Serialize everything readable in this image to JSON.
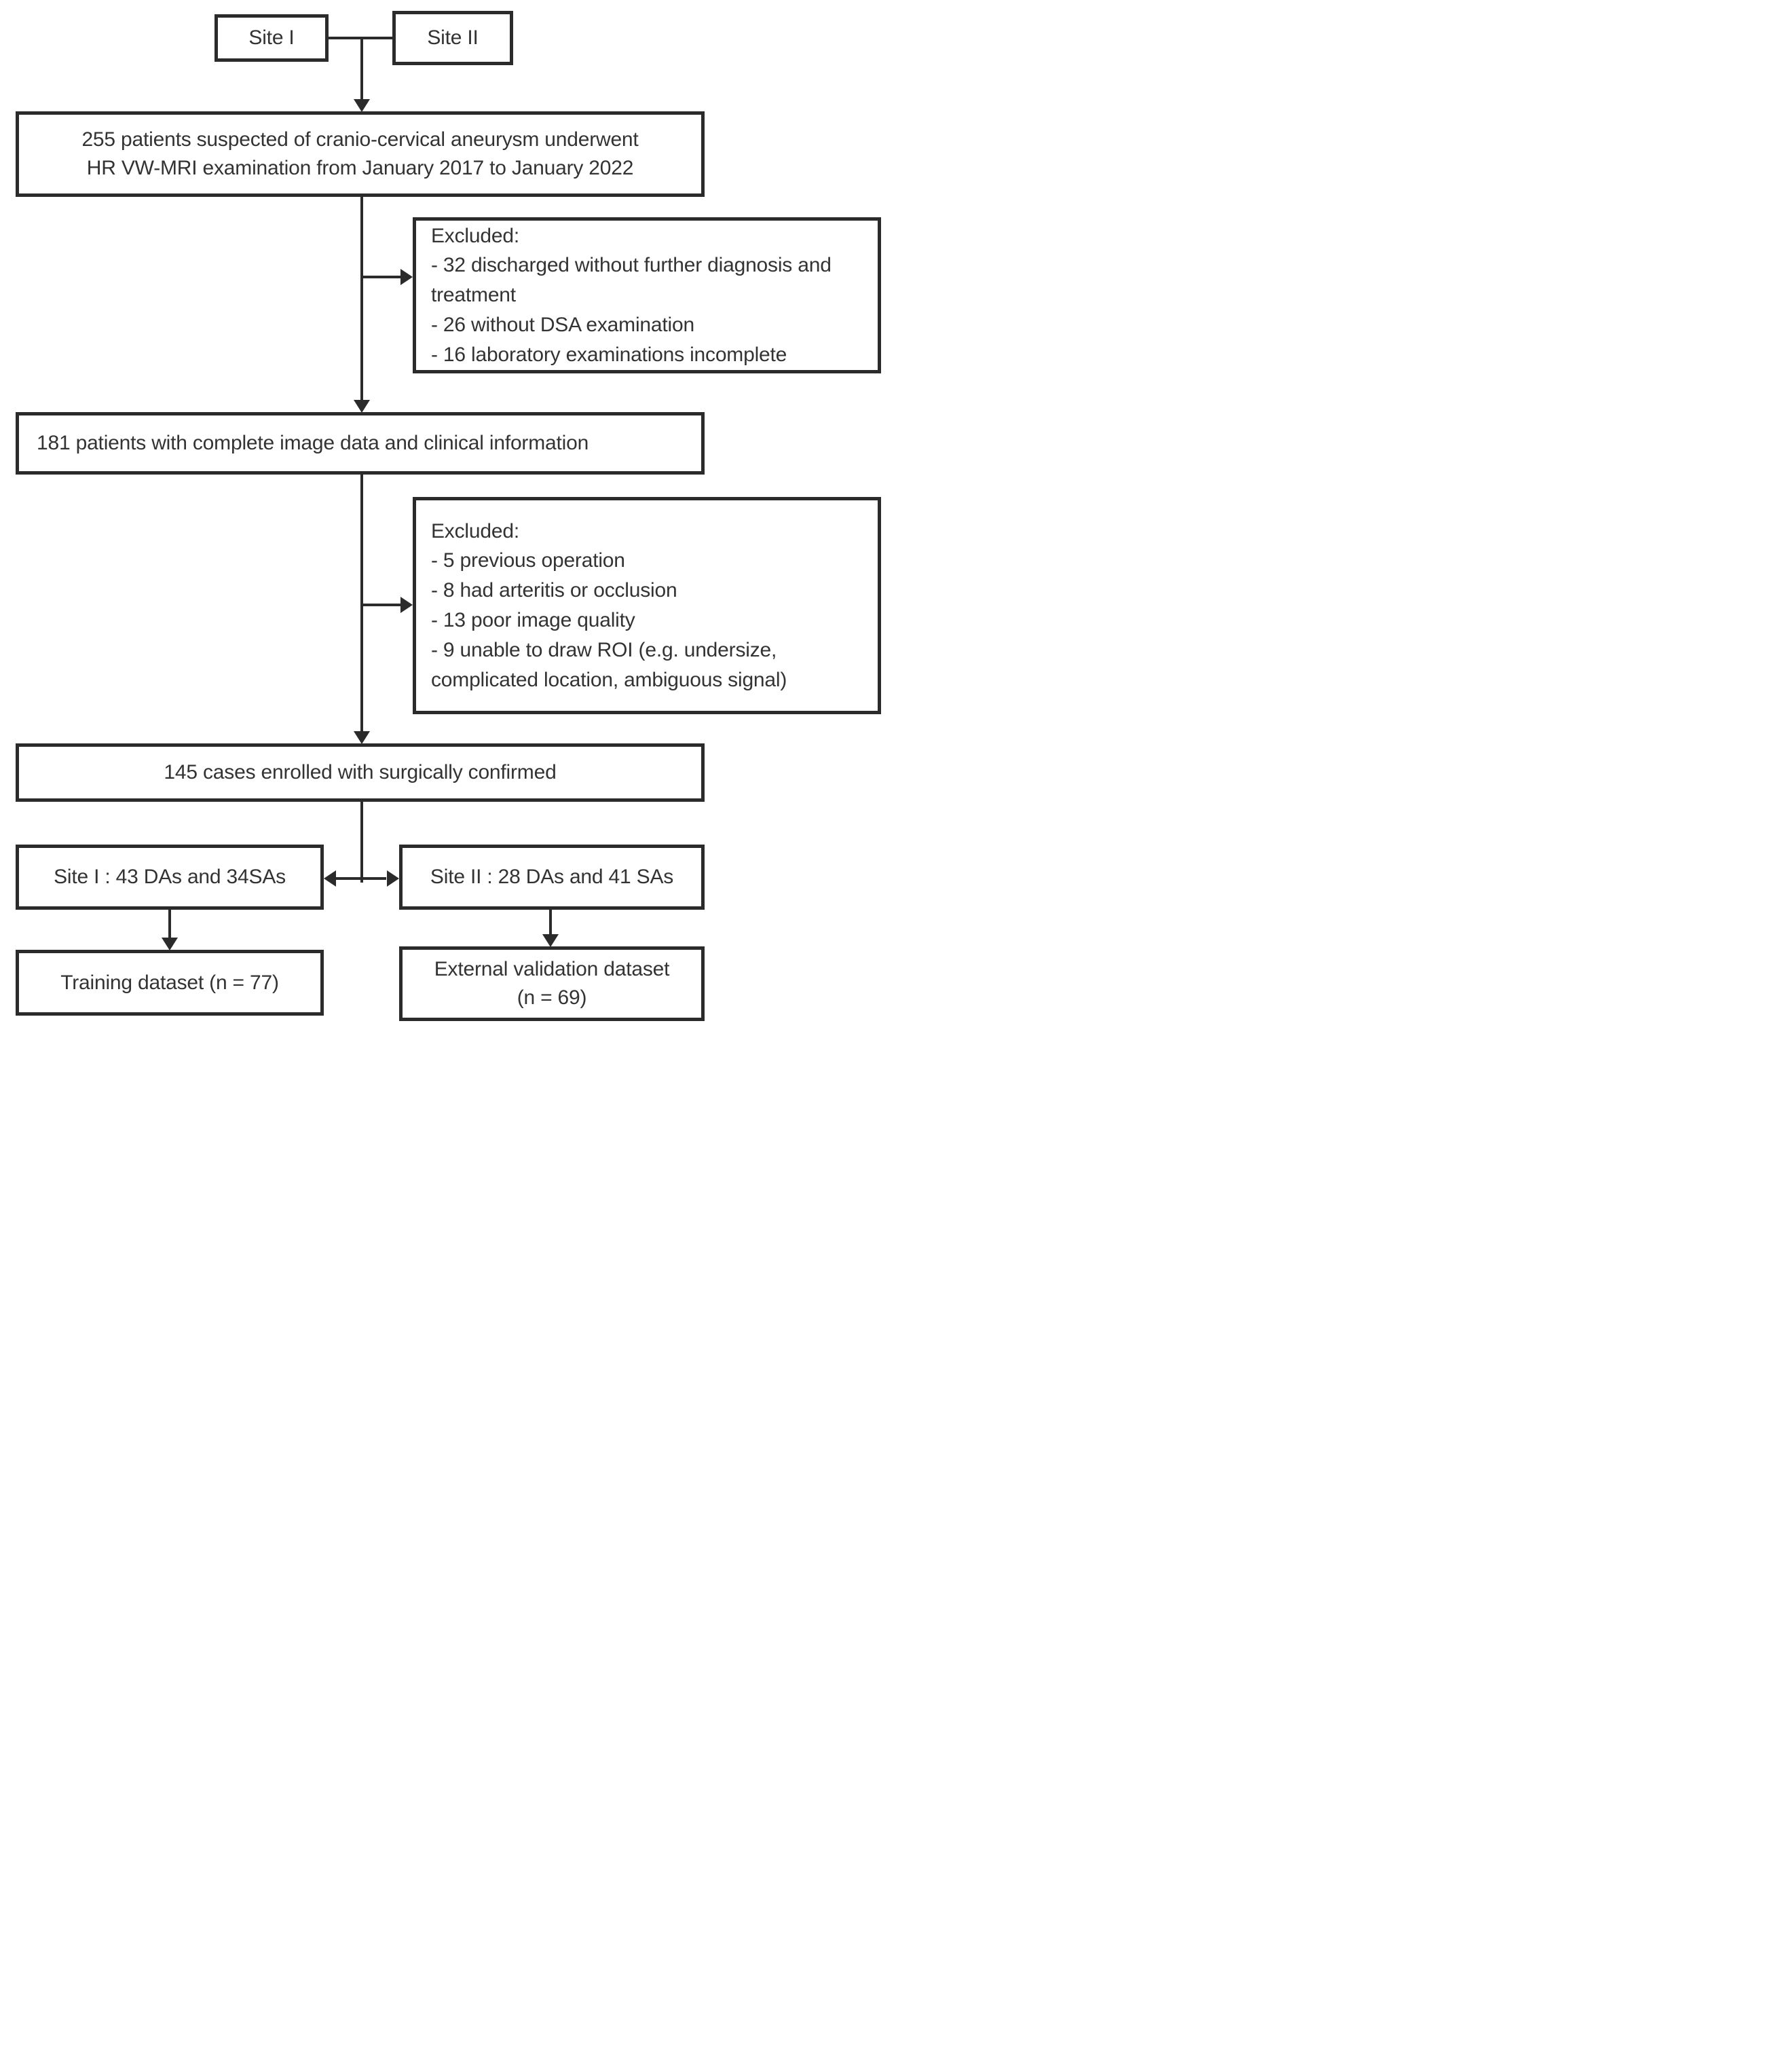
{
  "flowchart": {
    "colors": {
      "line": "#2b2b2b",
      "text": "#333333",
      "box_bg": "#ffffff",
      "page_bg": "#ffffff"
    },
    "top": {
      "site1": "Site I",
      "site2": "Site II"
    },
    "cohort_255": {
      "line1": "255 patients suspected of cranio-cervical aneurysm underwent",
      "line2": "HR VW-MRI examination from January 2017 to January 2022"
    },
    "excluded_1": {
      "heading": "Excluded:",
      "items": [
        "- 32 discharged without further diagnosis and treatment",
        "- 26 without DSA examination",
        "- 16 laboratory examinations incomplete"
      ]
    },
    "cohort_181": {
      "text": "181 patients with complete image data and clinical information"
    },
    "excluded_2": {
      "heading": "Excluded:",
      "items": [
        "- 5 previous operation",
        "- 8 had arteritis or occlusion",
        "- 13 poor image quality",
        "- 9 unable to draw ROI (e.g. undersize, complicated location, ambiguous signal)"
      ]
    },
    "cohort_145": {
      "text": "145 cases enrolled with surgically confirmed"
    },
    "split_site1": {
      "text": "Site I : 43 DAs and 34SAs"
    },
    "split_site2": {
      "text": "Site II : 28 DAs and 41 SAs"
    },
    "training": {
      "text": "Training dataset (n = 77)"
    },
    "external_validation": {
      "line1": "External validation dataset",
      "line2": "(n = 69)"
    }
  }
}
